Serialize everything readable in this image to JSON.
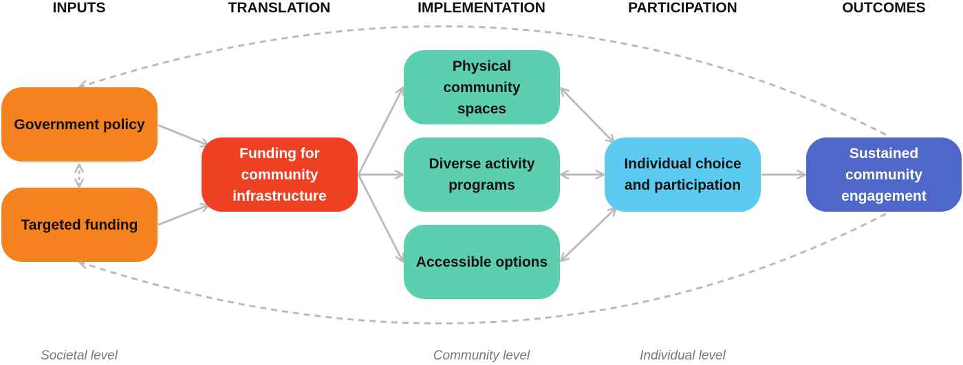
{
  "headers": {
    "inputs": "INPUTS",
    "translation": "TRANSLATION",
    "implementation": "IMPLEMENTATION",
    "participation": "PARTICIPATION",
    "outcomes": "OUTCOMES"
  },
  "levels": {
    "societal": "Societal level",
    "community": "Community level",
    "individual": "Individual level"
  },
  "nodes": {
    "government_policy": "Government policy",
    "targeted_funding": "Targeted funding",
    "funding_infrastructure": "Funding for community infrastructure",
    "physical_spaces": "Physical community spaces",
    "activity_programs": "Diverse activity programs",
    "accessible_options": "Accessible options",
    "individual_choice": "Individual choice and participation",
    "sustained_engagement": "Sustained community engagement"
  },
  "colors": {
    "inputs": "#f5821f",
    "translation": "#ee4023",
    "implementation": "#5ccfb1",
    "participation": "#5bcbf1",
    "outcomes": "#4f67c9",
    "arrow": "#bbbbbb"
  }
}
